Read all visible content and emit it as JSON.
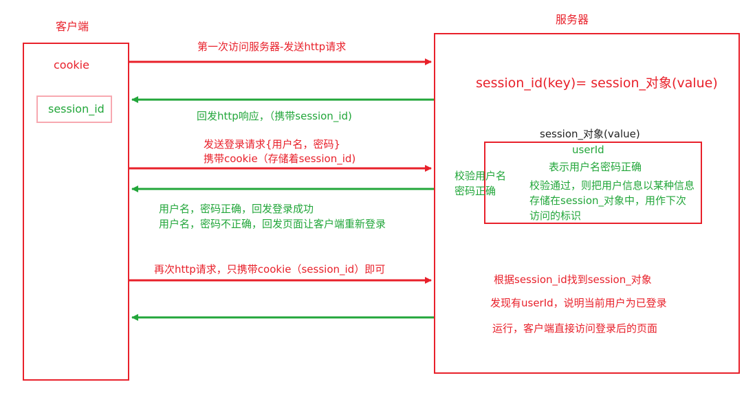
{
  "colors": {
    "request": "#e8202a",
    "response": "#22a63a",
    "cookie_box": "#f7a8b0"
  },
  "client": {
    "title": "客户端",
    "cookie_label": "cookie",
    "session_id_label": "session_id"
  },
  "server": {
    "title": "服务器",
    "mapping": "session_id(key)= session_对象(value)",
    "session_object_title": "session_对象(value)",
    "userid": "userId",
    "userid_desc": "表示用户名密码正确",
    "verify_label_line1": "校验用户名",
    "verify_label_line2": "密码正确",
    "verify_pass_line1": "校验通过，则把用户信息以某种信息",
    "verify_pass_line2": "存储在session_对象中，用作下次",
    "verify_pass_line3": "访问的标识",
    "lookup_line1": "根据session_id找到session_对象",
    "lookup_line2": "发现有userId，说明当前用户为已登录",
    "lookup_line3": "运行，客户端直接访问登录后的页面"
  },
  "messages": {
    "m1": "第一次访问服务器-发送http请求",
    "m2": "回发http响应，（携带session_id)",
    "m3_line1": "发送登录请求{用户名，密码}",
    "m3_line2": "携带cookie（存储着session_id)",
    "m4_line1": "用户名，密码正确，回发登录成功",
    "m4_line2": "用户名，密码不正确，回发页面让客户端重新登录",
    "m5": "再次http请求，只携带cookie（session_id）即可"
  }
}
